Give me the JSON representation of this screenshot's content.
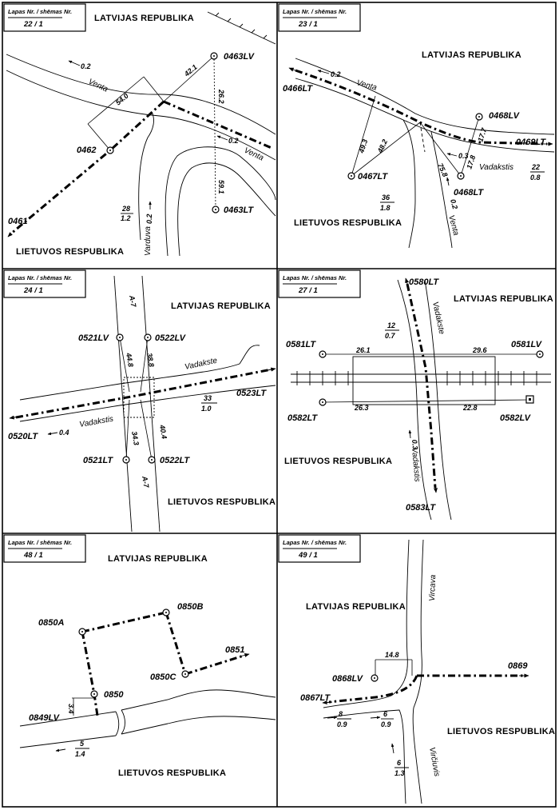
{
  "header": {
    "title_line": "Lapas Nr. / shēmas Nr."
  },
  "panels": [
    {
      "sheet": "22 / 1",
      "north": "LATVIJAS REPUBLIKA",
      "south": "LIETUVOS RESPUBLIKA",
      "rivers": [
        "Venta",
        "Venta",
        "Varduva"
      ],
      "flows": [
        "0.2",
        "0.2",
        "0.2"
      ],
      "markers": [
        "0463LV",
        "0462",
        "0463LT",
        "0461"
      ],
      "distances": [
        "42.1",
        "54.0",
        "26.2",
        "59.1"
      ],
      "fraction": {
        "num": "28",
        "den": "1.2"
      }
    },
    {
      "sheet": "23 / 1",
      "north": "LATVIJAS REPUBLIKA",
      "south": "LIETUVOS RESPUBLIKA",
      "rivers": [
        "Venta",
        "Vadakstis",
        "Venta"
      ],
      "flows": [
        "0.2",
        "0.3",
        "0.2"
      ],
      "markers": [
        "0466LT",
        "0468LV",
        "0469LT",
        "0467LT",
        "0468LT"
      ],
      "distances": [
        "49.3",
        "48.2",
        "75.8",
        "17.7",
        "17.8"
      ],
      "fraction_a": {
        "num": "22",
        "den": "0.8"
      },
      "fraction_b": {
        "num": "36",
        "den": "1.8"
      }
    },
    {
      "sheet": "24 / 1",
      "north": "LATVIJAS REPUBLIKA",
      "south": "LIETUVOS RESPUBLIKA",
      "rivers": [
        "Vadakste",
        "Vadakstis"
      ],
      "flows": [
        "0.4"
      ],
      "roads": [
        "A-7",
        "A-7"
      ],
      "markers": [
        "0521LV",
        "0522LV",
        "0523LT",
        "0520LT",
        "0521LT",
        "0522LT"
      ],
      "distances": [
        "44.8",
        "38.8",
        "34.3",
        "40.4"
      ],
      "fraction": {
        "num": "33",
        "den": "1.0"
      }
    },
    {
      "sheet": "27 / 1",
      "north": "LATVIJAS REPUBLIKA",
      "south": "LIETUVOS RESPUBLIKA",
      "rivers": [
        "Vadakste",
        "Vadakstis"
      ],
      "flows": [
        "0.3"
      ],
      "markers": [
        "0580LT",
        "0581LT",
        "0581LV",
        "0582LT",
        "0582LV",
        "0583LT"
      ],
      "distances": [
        "26.1",
        "29.6",
        "26.3",
        "22.8"
      ],
      "fraction": {
        "num": "12",
        "den": "0.7"
      }
    },
    {
      "sheet": "48 / 1",
      "north": "LATVIJAS REPUBLIKA",
      "south": "LIETUVOS RESPUBLIKA",
      "markers": [
        "0850A",
        "0850B",
        "0851",
        "0850C",
        "0850",
        "0849LV"
      ],
      "distances": [
        "3.4"
      ],
      "fraction": {
        "num": "5",
        "den": "1.4"
      }
    },
    {
      "sheet": "49 / 1",
      "north": "LATVIJAS REPUBLIKA",
      "south": "LIETUVOS RESPUBLIKA",
      "rivers": [
        "Vircava",
        "Virčiuvis"
      ],
      "markers": [
        "0868LV",
        "0869",
        "0867LT"
      ],
      "distances": [
        "14.8"
      ],
      "fraction_a": {
        "num": "8",
        "den": "0.9"
      },
      "fraction_b": {
        "num": "6",
        "den": "0.9"
      },
      "fraction_c": {
        "num": "6",
        "den": "1.3"
      }
    }
  ]
}
